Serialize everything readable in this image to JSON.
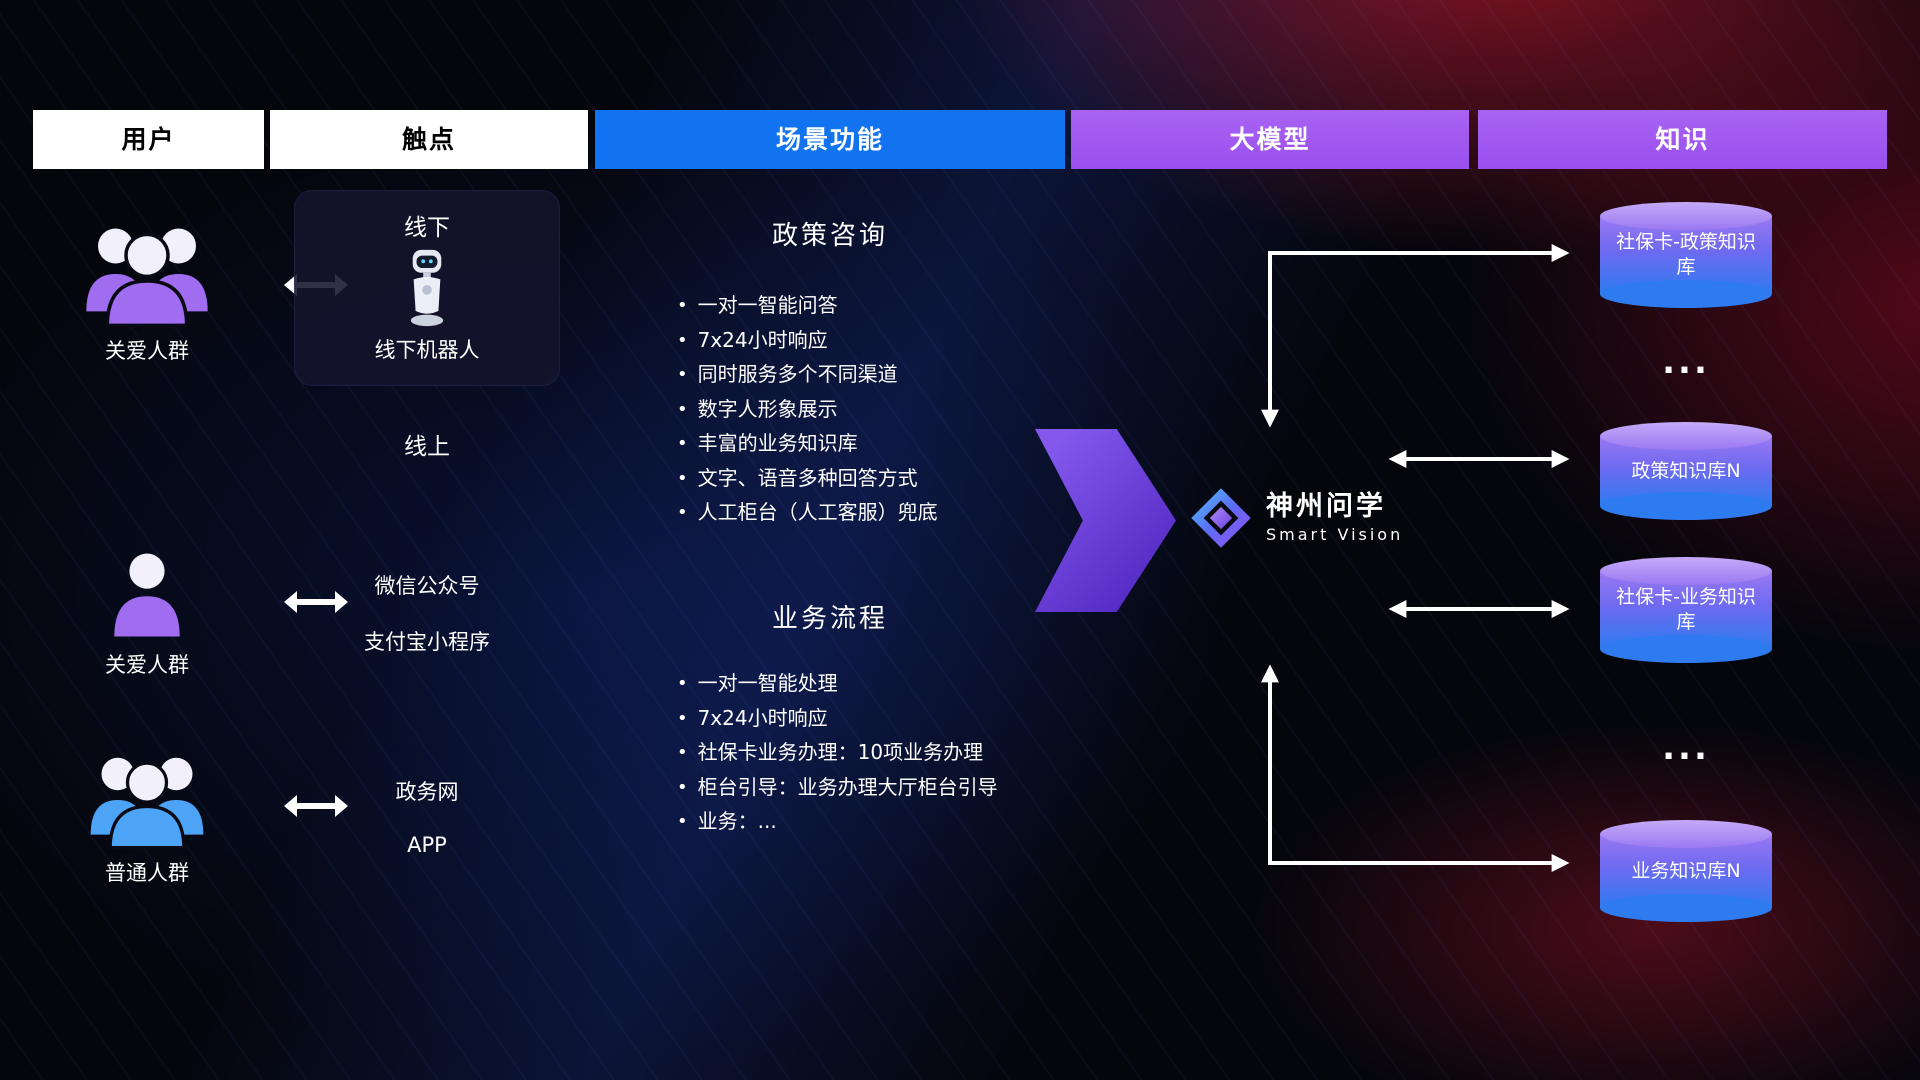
{
  "header": {
    "columns": [
      {
        "label": "用户"
      },
      {
        "label": "触点"
      },
      {
        "label": "场景功能"
      },
      {
        "label": "大模型"
      },
      {
        "label": "知识"
      }
    ]
  },
  "users": [
    {
      "label": "关爱人群"
    },
    {
      "label": "关爱人群"
    },
    {
      "label": "普通人群"
    }
  ],
  "touchpoints": {
    "offline_title": "线下",
    "offline_robot": "线下机器人",
    "online_title": "线上",
    "wechat": "微信公众号",
    "alipay": "支付宝小程序",
    "gov": "政务网",
    "app": "APP"
  },
  "scenarios": [
    {
      "title": "政策咨询",
      "bullets": [
        "一对一智能问答",
        "7x24小时响应",
        "同时服务多个不同渠道",
        "数字人形象展示",
        "丰富的业务知识库",
        "文字、语音多种回答方式",
        "人工柜台（人工客服）兜底"
      ]
    },
    {
      "title": "业务流程",
      "bullets": [
        "一对一智能处理",
        "7x24小时响应",
        "社保卡业务办理：10项业务办理",
        "柜台引导：业务办理大厅柜台引导",
        "业务：..."
      ]
    }
  ],
  "model": {
    "name": "神州问学",
    "subtitle": "Smart Vision"
  },
  "knowledge": {
    "db1": "社保卡-政策知识库",
    "ellipsis1": "...",
    "db2": "政策知识库N",
    "db3": "社保卡-业务知识库",
    "ellipsis2": "...",
    "db4": "业务知识库N"
  },
  "colors": {
    "scene_blue": "#1173f0",
    "model_purple": "#9e58f0",
    "cylinder_top": "#b795f6",
    "cylinder_bottom": "#2e7bf0",
    "flow_arrow": "#7b4ff0"
  }
}
